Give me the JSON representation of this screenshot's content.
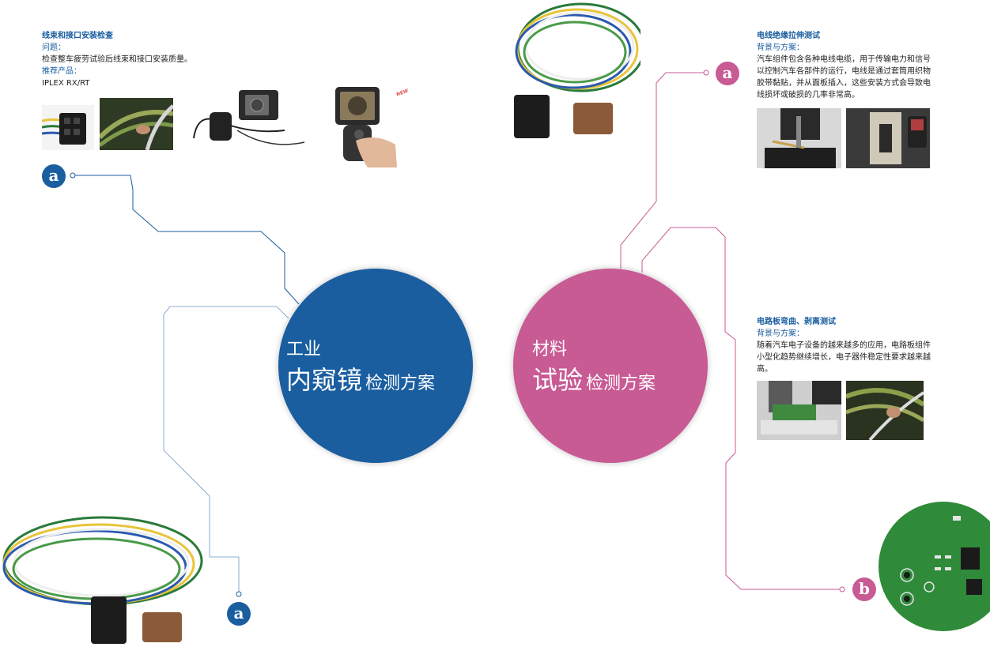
{
  "left_panel": {
    "title": "线束和接口安装检查",
    "problem_label": "问题：",
    "problem_text": "检查整车疲劳试验后线束和接口安装质量。",
    "product_label": "推荐产品：",
    "product_name": "IPLEX RX/RT",
    "new_tag": "NEW"
  },
  "right_top": {
    "title": "电线绝缘拉伸测试",
    "background_label": "背景与方案：",
    "lines": [
      "汽车组件包含各种电线电缆，用于传输电力和信号",
      "以控制汽车各部件的运行，电线是通过套筒用织物",
      "胶带黏贴，并从面板插入，这些安装方式会导致电",
      "线损坏或破损的几率非常高。"
    ]
  },
  "right_mid": {
    "title": "电路板弯曲、剥离测试",
    "background_label": "背景与方案：",
    "lines": [
      "随着汽车电子设备的越来越多的应用，电路板组件",
      "小型化趋势继续增长，电子器件稳定性要求越来越",
      "高。"
    ]
  },
  "blue_circle": {
    "line1": "工业",
    "big": "内窥镜",
    "small": "检测方案"
  },
  "pink_circle": {
    "line1": "材料",
    "big": "试验",
    "small": "检测方案"
  },
  "badges": {
    "a": "a",
    "b": "b"
  },
  "colors": {
    "blue": "#1a5ea0",
    "pink": "#c85a94"
  }
}
